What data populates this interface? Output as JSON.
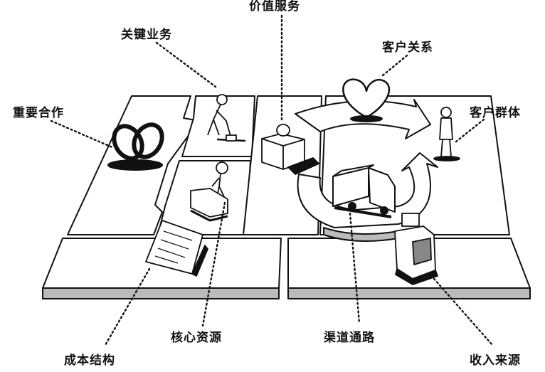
{
  "title": "商业模式画布",
  "labels": {
    "value_propositions": "价值服务",
    "key_activities": "关键业务",
    "customer_relationships": "客户关系",
    "key_partners": "重要合作",
    "customer_segments": "客户群体",
    "key_resources": "核心资源",
    "channels": "渠道通路",
    "cost_structure": "成本结构",
    "revenue_streams": "收入来源"
  },
  "icons": [
    "rings-icon",
    "worker-digging-icon",
    "worker-with-machine-icon",
    "gift-box-icon",
    "heart-icon",
    "person-icon",
    "truck-icon",
    "document-icon",
    "cash-register-icon"
  ],
  "colors": {
    "line": "#111111",
    "fill": "#ffffff",
    "shade": "#bbbbbb"
  }
}
